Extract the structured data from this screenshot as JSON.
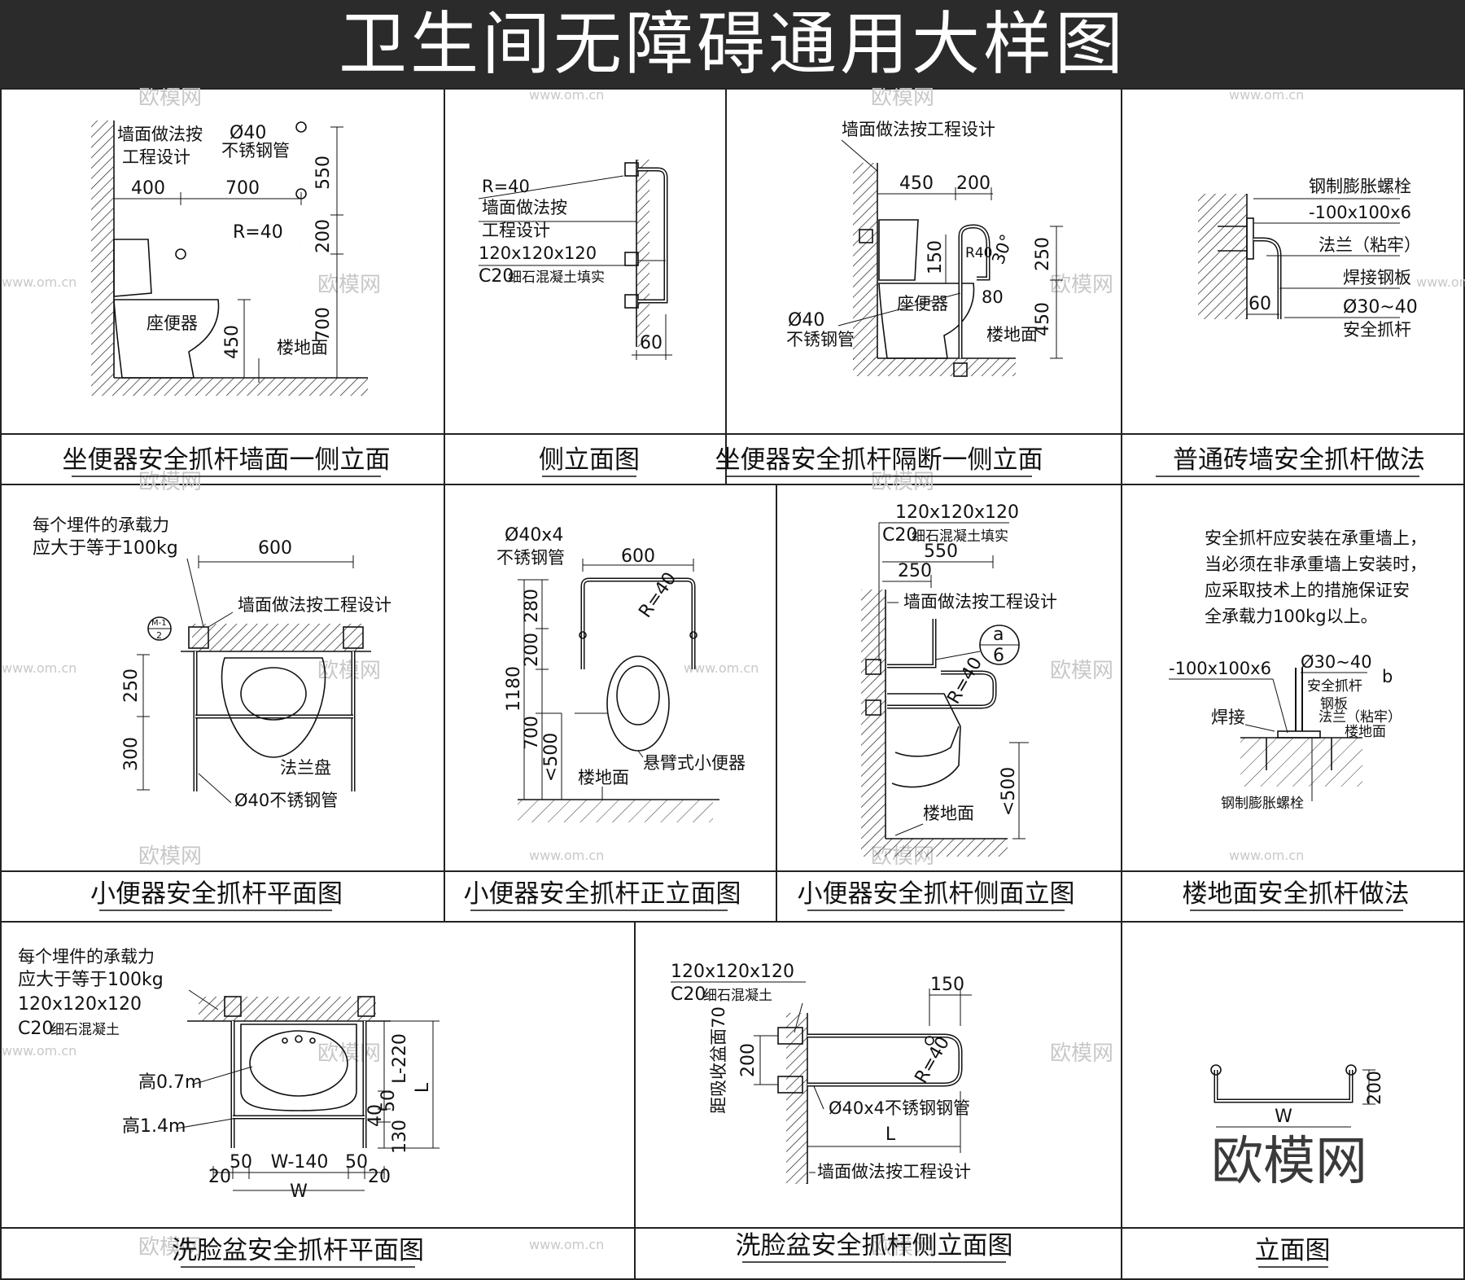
{
  "title": "卫生间无障碍通用大样图",
  "watermark": {
    "brand": "欧模网",
    "url": "www.om.cn"
  },
  "colors": {
    "title_bg": "#2b2b2b",
    "title_fg": "#ffffff",
    "line": "#111111",
    "watermark": "#c8c8c8"
  },
  "panels": {
    "p1": {
      "caption": "坐便器安全抓杆墙面一侧立面",
      "labels": {
        "wall": "墙面做法按",
        "wall2": "工程设计",
        "pipe_d": "Ø40",
        "pipe_mat": "不锈钢管",
        "radius": "R=40",
        "toilet": "座便器",
        "floor": "楼地面"
      },
      "dims": {
        "d400": "400",
        "d700h": "700",
        "d550": "550",
        "d200": "200",
        "d700v": "700",
        "d450": "450"
      }
    },
    "p2": {
      "caption": "侧立面图",
      "labels": {
        "radius": "R=40",
        "wall": "墙面做法按",
        "wall2": "工程设计",
        "block": "120x120x120",
        "concrete_g": "C20",
        "concrete": "细石混凝土填实"
      },
      "dims": {
        "d60": "60"
      }
    },
    "p3": {
      "caption": "坐便器安全抓杆隔断一侧立面",
      "labels": {
        "wall": "墙面做法按工程设计",
        "radius": "R40",
        "angle": "30°",
        "pipe_d": "Ø40",
        "pipe_mat": "不锈钢管",
        "toilet": "座便器",
        "floor": "楼地面"
      },
      "dims": {
        "d450": "450",
        "d200": "200",
        "d150": "150",
        "d250": "250",
        "d80": "80",
        "d450v": "450"
      }
    },
    "p4": {
      "caption": "普通砖墙安全抓杆做法",
      "labels": {
        "bolt": "钢制膨胀螺栓",
        "plate": "-100x100x6",
        "flange": "法兰（粘牢）",
        "weld": "焊接钢板",
        "bar_d": "Ø30~40",
        "bar": "安全抓杆"
      },
      "dims": {
        "d60": "60"
      }
    },
    "p5": {
      "caption": "小便器安全抓杆平面图",
      "labels": {
        "load1": "每个埋件的承载力",
        "load2": "应大于等于100kg",
        "wall": "墙面做法按工程设计",
        "ref1": "M-1",
        "ref2": "2",
        "flange": "法兰盘",
        "pipe": "Ø40不锈钢管"
      },
      "dims": {
        "d600": "600",
        "d250": "250",
        "d300": "300"
      }
    },
    "p6": {
      "caption": "小便器安全抓杆正立面图",
      "labels": {
        "pipe_d": "Ø40x4",
        "pipe_mat": "不锈钢管",
        "radius": "R=40",
        "floor": "楼地面",
        "urinal": "悬臂式小便器"
      },
      "dims": {
        "d600": "600",
        "d280": "280",
        "d200": "200",
        "d1180": "1180",
        "d700": "700",
        "d500": "<500"
      }
    },
    "p7": {
      "caption": "小便器安全抓杆侧面立图",
      "labels": {
        "block": "120x120x120",
        "concrete_g": "C20",
        "concrete": "细石混凝土填实",
        "wall": "墙面做法按工程设计",
        "ref1": "a",
        "ref2": "6",
        "radius": "R=40",
        "floor": "楼地面"
      },
      "dims": {
        "d550": "550",
        "d250": "250",
        "d500": "<500"
      }
    },
    "p8": {
      "caption": "楼地面安全抓杆做法",
      "note": [
        "安全抓杆应安装在承重墙上，",
        "当必须在非承重墙上安装时，",
        "应采取技术上的措施保证安",
        "全承载力100kg以上。"
      ],
      "labels": {
        "plate": "-100x100x6",
        "bar_d": "Ø30~40",
        "bar": "安全抓杆",
        "steel": "钢板",
        "flange": "法兰（粘牢）",
        "weld": "焊接",
        "floor": "楼地面",
        "bolt": "钢制膨胀螺栓",
        "b": "b"
      }
    },
    "p9": {
      "caption": "洗脸盆安全抓杆平面图",
      "labels": {
        "load1": "每个埋件的承载力",
        "load2": "应大于等于100kg",
        "block": "120x120x120",
        "concrete_g": "C20",
        "concrete": "细石混凝土",
        "h07": "高0.7m",
        "h14": "高1.4m"
      },
      "dims": {
        "l220": "L-220",
        "d50": "50",
        "d40": "40",
        "d130": "130",
        "L": "L",
        "d20a": "20",
        "d50a": "50",
        "w140": "W-140",
        "d50b": "50",
        "d20b": "20",
        "W": "W"
      }
    },
    "p10": {
      "caption": "洗脸盆安全抓杆侧立面图",
      "labels": {
        "block": "120x120x120",
        "concrete_g": "C20",
        "concrete": "细石混凝土",
        "dist": "距吸收盆面70",
        "pipe": "Ø40x4不锈钢钢管",
        "radius": "R=40",
        "wall": "墙面做法按工程设计"
      },
      "dims": {
        "d150": "150",
        "d200": "200",
        "L": "L"
      }
    },
    "p11": {
      "caption": "立面图",
      "dims": {
        "d200": "200",
        "W": "W"
      }
    }
  }
}
